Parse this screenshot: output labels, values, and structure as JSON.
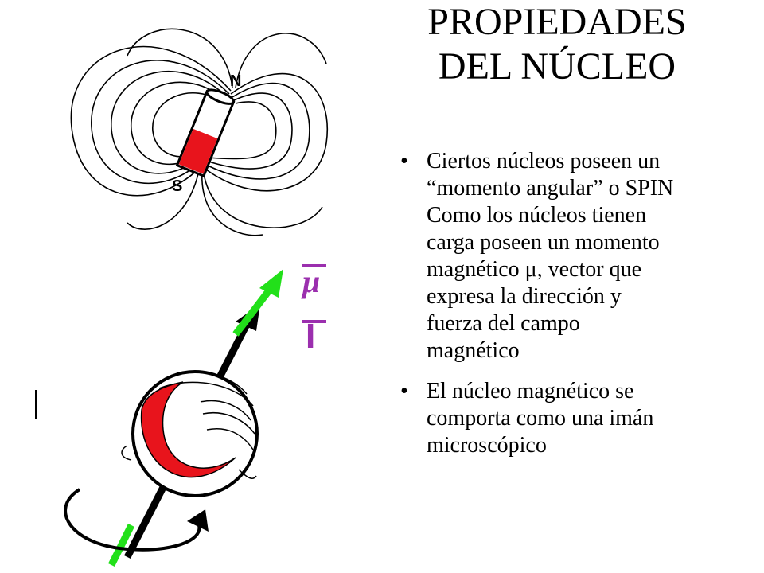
{
  "title": {
    "line1": "PROPIEDADES",
    "line2": "DEL NÚCLEO"
  },
  "bullets": [
    {
      "lines": [
        "Ciertos núcleos poseen un",
        "“momento angular” o SPIN",
        "Como los núcleos tienen",
        "carga  poseen un momento",
        "magnético μ, vector que",
        "expresa la dirección y",
        "fuerza del campo",
        "magnético"
      ]
    },
    {
      "lines": [
        "El núcleo magnético se",
        "comporta como una imán",
        "microscópico"
      ]
    }
  ],
  "magnet": {
    "north_label": "N",
    "south_label": "S"
  },
  "vectors": {
    "mu_label": "μ",
    "spin_label": "I"
  },
  "colors": {
    "magnet_red": "#e8141c",
    "arrow_green": "#22e01a",
    "label_purple": "#9b2fae"
  }
}
